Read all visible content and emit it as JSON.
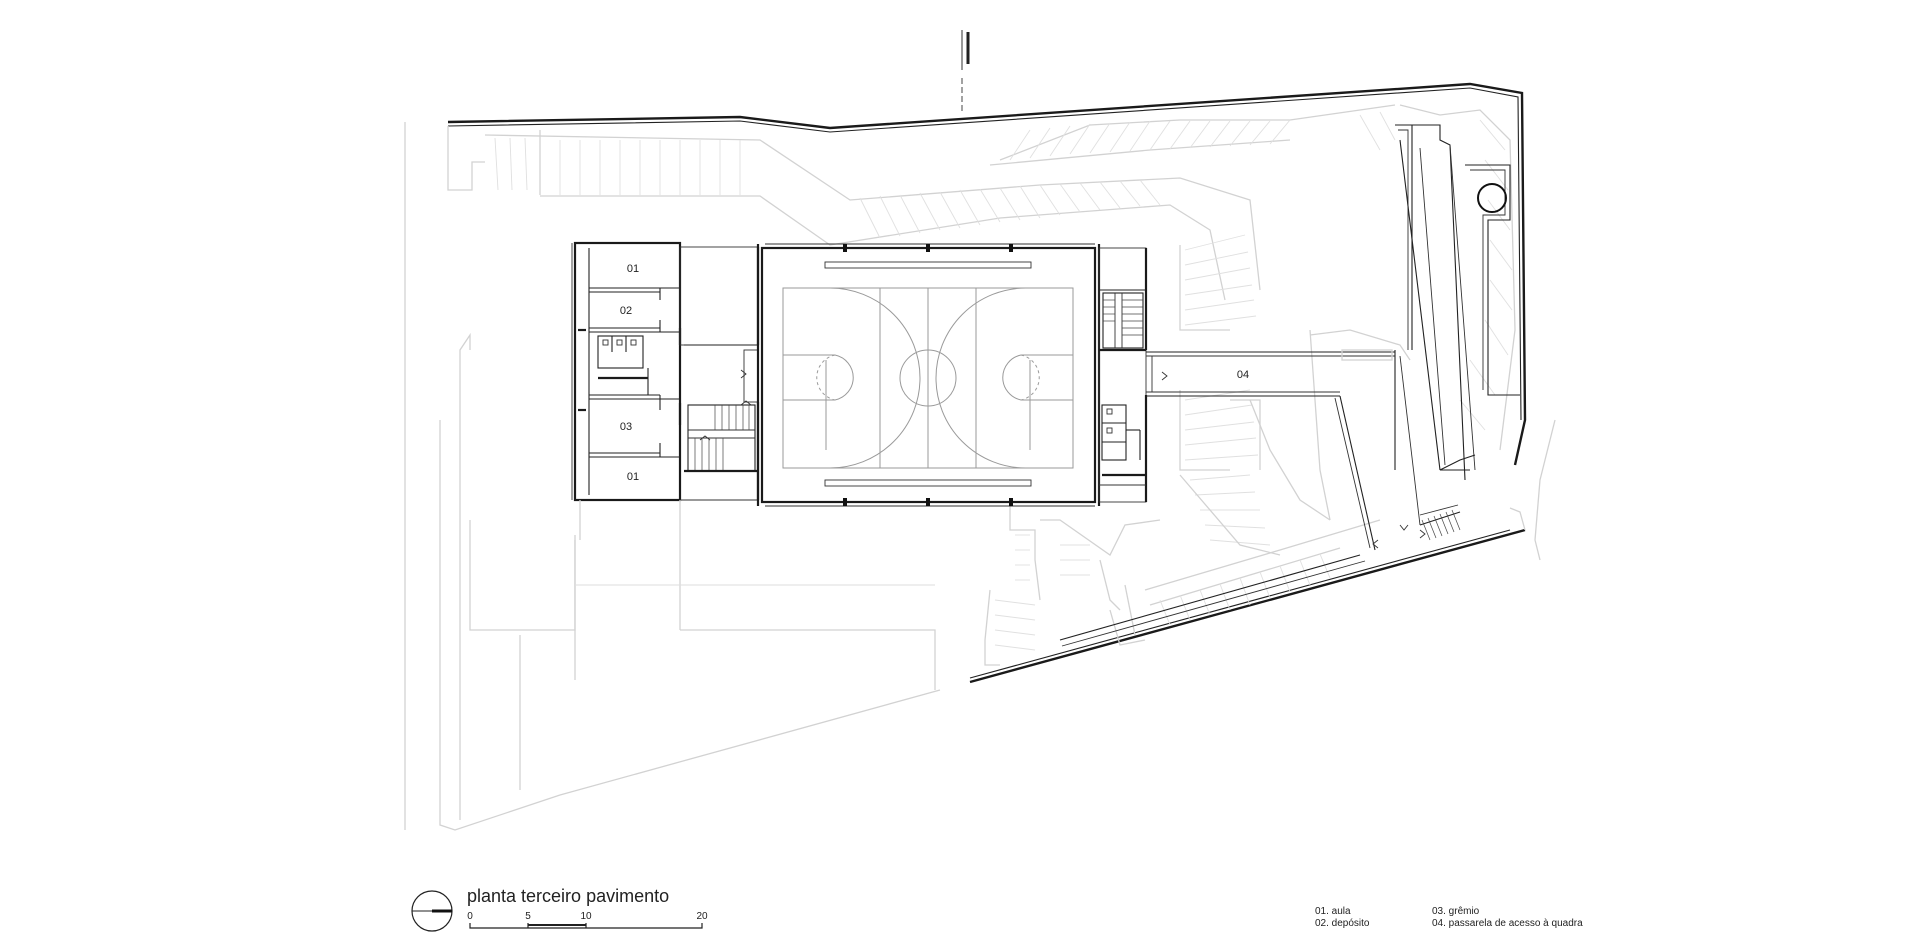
{
  "drawing": {
    "title": "planta terceiro pavimento",
    "scale_ticks": [
      "0",
      "5",
      "10",
      "20"
    ],
    "rooms": [
      {
        "id": "room-01-top",
        "label": "01"
      },
      {
        "id": "room-02",
        "label": "02"
      },
      {
        "id": "room-03",
        "label": "03"
      },
      {
        "id": "room-01-bottom",
        "label": "01"
      },
      {
        "id": "walkway-04",
        "label": "04"
      }
    ],
    "legend": {
      "col1": [
        "01. aula",
        "02. depósito"
      ],
      "col2": [
        "03. grêmio",
        "04. passarela de acesso à quadra"
      ]
    }
  }
}
